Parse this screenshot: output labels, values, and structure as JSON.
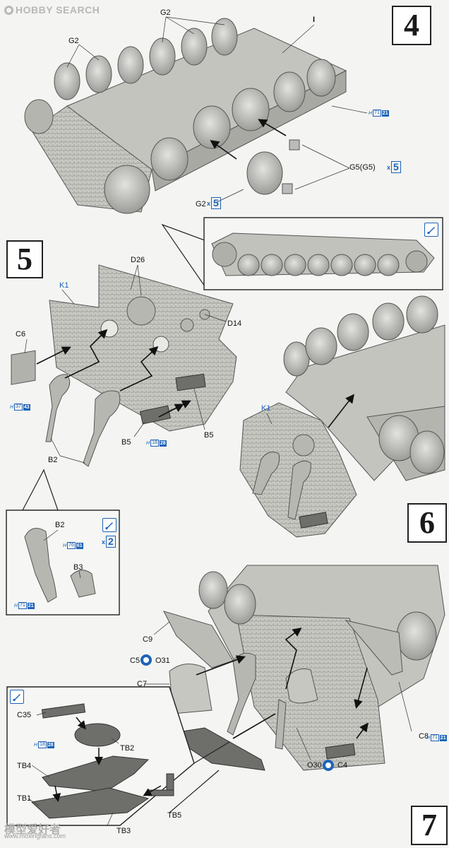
{
  "header": {
    "logo_text": "HOBBY SEARCH"
  },
  "steps": {
    "s4": "4",
    "s5": "5",
    "s6": "6",
    "s7": "7"
  },
  "labels": {
    "G2_top": "G2",
    "G2_left": "G2",
    "I": "I",
    "G5": "G5(G5)",
    "G2_bottom": "G2",
    "D26": "D26",
    "K1_5": "K1",
    "C6": "C6",
    "D14": "D14",
    "B2": "B2",
    "B5_left": "B5",
    "B5_right": "B5",
    "inset_B2": "B2",
    "inset_B3": "B3",
    "K1_6": "K1",
    "C9": "C9",
    "C5": "C5",
    "O31": "O31",
    "C7": "C7",
    "C8": "C8",
    "O30": "O30",
    "C4": "C4",
    "C35": "C35",
    "TB2": "TB2",
    "TB4": "TB4",
    "TB1": "TB1",
    "TB5": "TB5",
    "TB3": "TB3"
  },
  "refs": {
    "r4_h": "H",
    "r4_a": "71",
    "r4_b": "21",
    "r5c6_h": "H",
    "r5c6_a": "37",
    "r5c6_b": "43",
    "r5b5_h": "H",
    "r5b5_a": "18",
    "r5b5_b": "28",
    "rin1_h": "H",
    "rin1_a": "76",
    "rin1_b": "61",
    "rin2_h": "H",
    "rin2_a": "71",
    "rin2_b": "21",
    "r7c8_h": "H",
    "r7c8_a": "71",
    "r7c8_b": "21",
    "r7tb_h": "H",
    "r7tb_a": "18",
    "r7tb_b": "28"
  },
  "multipliers": {
    "g5": {
      "x": "x",
      "n": "5"
    },
    "g2": {
      "x": "x",
      "n": "5"
    },
    "inset": {
      "x": "x",
      "n": "2"
    }
  },
  "watermark": {
    "cn": "模型爱好者",
    "url": "www.moxingfans.com"
  }
}
